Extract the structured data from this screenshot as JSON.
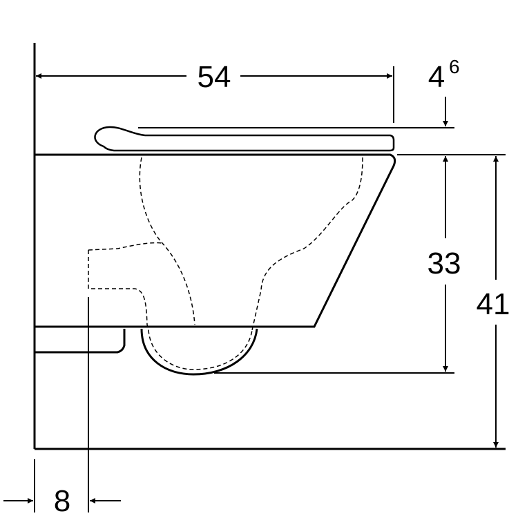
{
  "dimensions": {
    "length": "54",
    "seat_offset": "4",
    "seat_offset_sup": "6",
    "bowl_height": "33",
    "total_height": "41",
    "wall_offset": "8"
  },
  "colors": {
    "stroke": "#000000",
    "background": "#ffffff"
  }
}
